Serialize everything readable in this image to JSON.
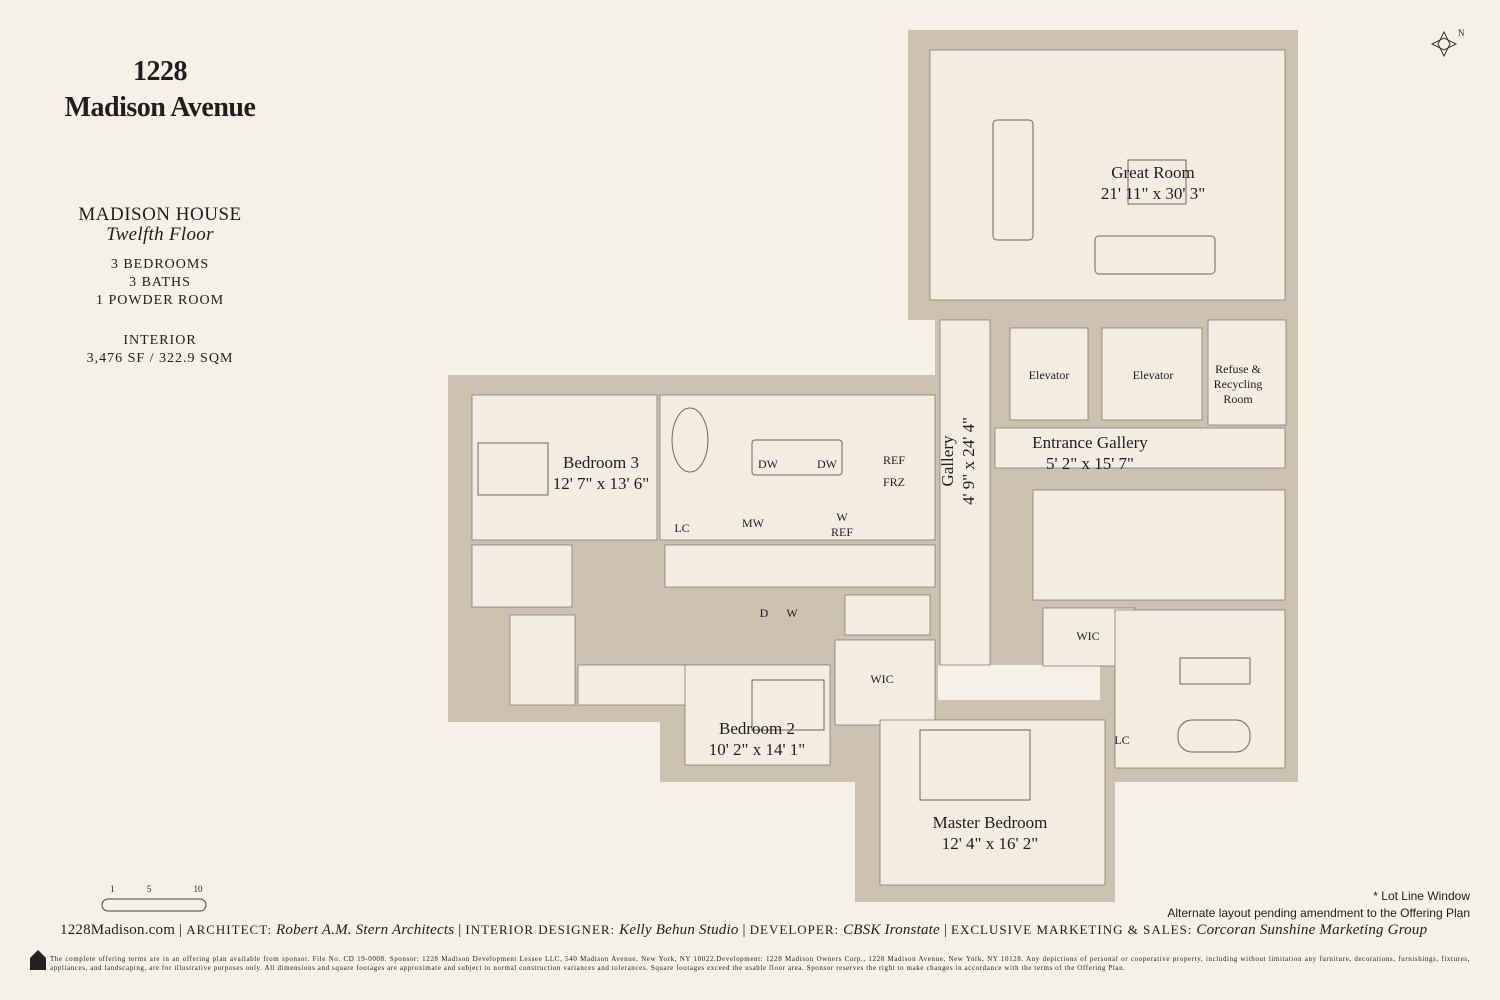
{
  "header": {
    "line1": "1228",
    "line2": "Madison Avenue"
  },
  "residence": {
    "name": "MADISON HOUSE",
    "floor": "Twelfth Floor",
    "bedrooms": "3 BEDROOMS",
    "baths": "3 BATHS",
    "powder": "1 POWDER ROOM",
    "interior_label": "INTERIOR",
    "interior_area": "3,476 SF / 322.9 SQM"
  },
  "rooms": {
    "great_room": {
      "name": "Great Room",
      "dims": "21' 11\" x 30' 3\""
    },
    "elevator1": "Elevator",
    "elevator2": "Elevator",
    "refuse": "Refuse & Recycling Room",
    "entrance": {
      "name": "Entrance Gallery",
      "dims": "5' 2\" x 15' 7\""
    },
    "gallery": {
      "name": "Gallery",
      "dims": "4' 9\" x 24' 4\""
    },
    "bedroom3": {
      "name": "Bedroom 3",
      "dims": "12' 7\" x 13' 6\""
    },
    "bedroom2": {
      "name": "Bedroom 2",
      "dims": "10' 2\" x 14' 1\""
    },
    "master": {
      "name": "Master Bedroom",
      "dims": "12' 4\" x 16' 2\""
    },
    "wic1": "WIC",
    "wic2": "WIC",
    "lc1": "LC",
    "lc2": "LC",
    "dw1": "DW",
    "dw2": "DW",
    "ref": "REF",
    "frz": "FRZ",
    "mw": "MW",
    "wref": "W REF",
    "d": "D",
    "w": "W"
  },
  "compass": {
    "label": "N"
  },
  "scale": {
    "ticks": [
      "1",
      "5",
      "10"
    ]
  },
  "notes": {
    "lot_line": "Lot Line Window",
    "alternate": "Alternate layout pending amendment to the Offering Plan"
  },
  "credits": {
    "website": "1228Madison.com",
    "architect_label": "ARCHITECT:",
    "architect": "Robert A.M. Stern Architects",
    "designer_label": "INTERIOR DESIGNER:",
    "designer": "Kelly Behun Studio",
    "developer_label": "DEVELOPER:",
    "developer": "CBSK Ironstate",
    "marketing_label": "EXCLUSIVE MARKETING & SALES:",
    "marketing": "Corcoran Sunshine Marketing Group"
  },
  "legal": "The complete offering terms are in an offering plan available from sponsor. File No. CD 19-0008. Sponsor: 1228 Madison Development Lessee LLC, 540 Madison Avenue, New York, NY 10022.Development: 1228 Madison Owners Corp., 1228 Madison Avenue, New York, NY 10128. Any depictions of personal or cooperative property, including without limitation any furniture, decorations, furnishings, fixtures, appliances, and landscaping, are for illustrative purposes only. All dimensions and square footages are approximate and subject to normal construction variances and tolerances. Square footages exceed the usable floor area. Sponsor reserves the right to make changes in accordance with the terms of the Offering Plan.",
  "colors": {
    "background": "#f6f1e7",
    "wall": "#cdc1b0",
    "floor": "#f3ece0",
    "line": "#8a7f72"
  }
}
